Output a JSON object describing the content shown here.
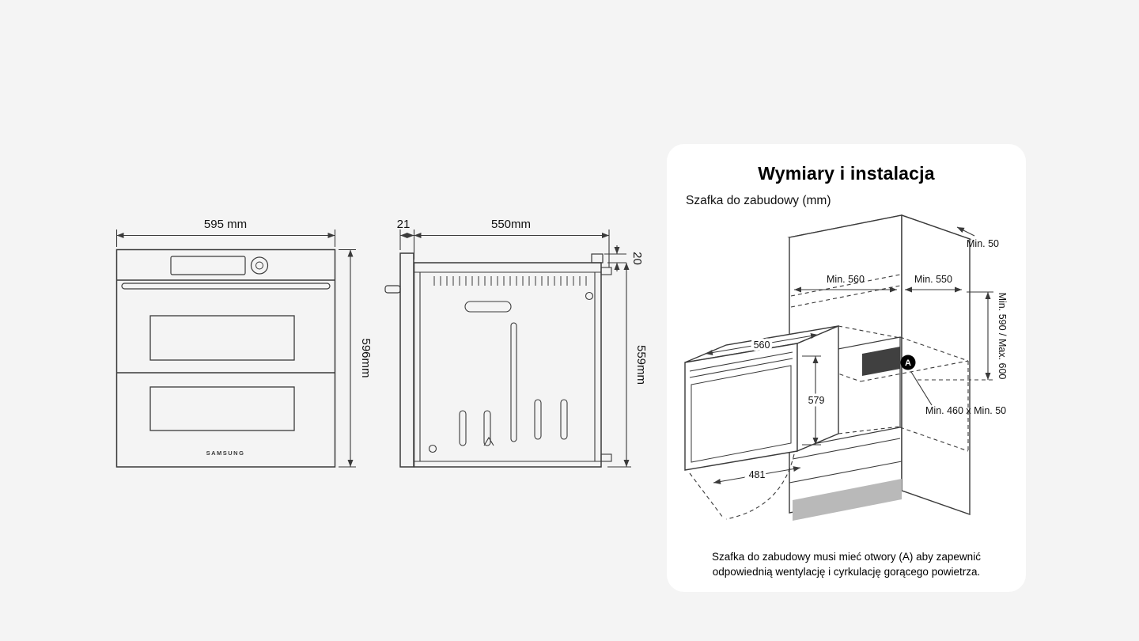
{
  "front_view": {
    "width": "595 mm",
    "height": "596mm",
    "brand": "SAMSUNG"
  },
  "side_view": {
    "front_offset": "21",
    "depth": "550mm",
    "top_gap": "20",
    "height": "559mm"
  },
  "install_card": {
    "title": "Wymiary i instalacja",
    "subtitle": "Szafka do zabudowy (mm)",
    "dimensions": {
      "top_clearance": "Min. 50",
      "niche_width": "Min. 560",
      "niche_depth": "Min. 550",
      "niche_height": "Min. 590 / Max. 600",
      "oven_width": "560",
      "oven_height": "579",
      "door_open_depth": "481",
      "vent_size": "Min. 460 x Min. 50",
      "vent_marker": "A"
    },
    "caption": "Szafka do zabudowy musi mieć otwory (A) aby zapewnić odpowiednią wentylację i cyrkulację gorącego powietrza."
  }
}
